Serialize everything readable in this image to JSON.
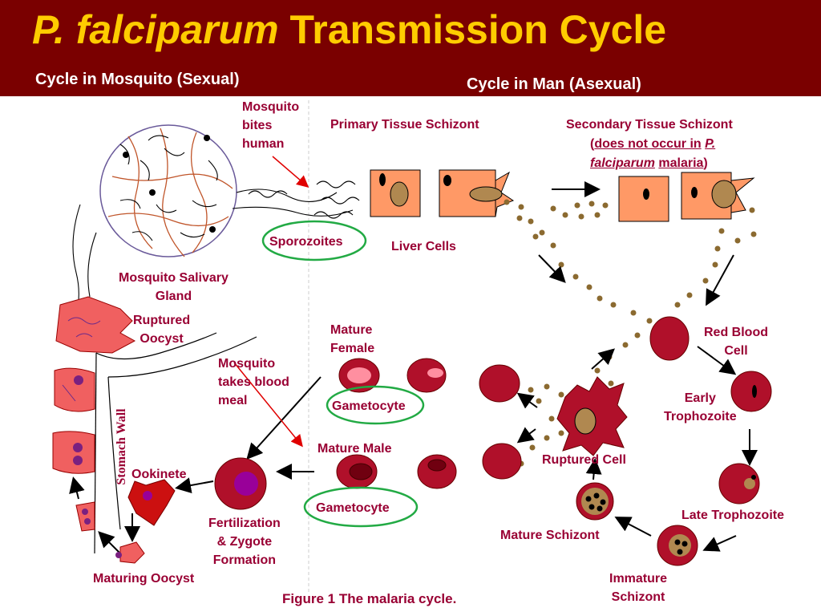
{
  "header": {
    "title_italic": "P. falciparum",
    "title_rest": "Transmission Cycle",
    "subtitle_left": "Cycle in Mosquito (Sexual)",
    "subtitle_right": "Cycle in Man (Asexual)"
  },
  "labels": {
    "mosquito_bites_1": "Mosquito",
    "mosquito_bites_2": "bites",
    "mosquito_bites_3": "human",
    "primary_schizont": "Primary Tissue Schizont",
    "secondary_schizont": "Secondary Tissue Schizont",
    "secondary_note_1": "(",
    "secondary_note_2": "does not occur in",
    "secondary_note_3": "P.",
    "secondary_note_4": "falciparum",
    "secondary_note_5": "malaria",
    "secondary_note_6": ")",
    "sporozoites": "Sporozoites",
    "liver_cells": "Liver Cells",
    "salivary_1": "Mosquito Salivary",
    "salivary_2": "Gland",
    "ruptured_oocyst_1": "Ruptured",
    "ruptured_oocyst_2": "Oocyst",
    "mature_female_1": "Mature",
    "mature_female_2": "Female",
    "blood_meal_1": "Mosquito",
    "blood_meal_2": "takes blood",
    "blood_meal_3": "meal",
    "gametocyte_top": "Gametocyte",
    "mature_male": "Mature Male",
    "gametocyte_bottom": "Gametocyte",
    "stomach_wall": "Stomach Wall",
    "ookinete": "Ookinete",
    "fertilization_1": "Fertilization",
    "fertilization_2": "& Zygote",
    "fertilization_3": "Formation",
    "maturing_oocyst": "Maturing Oocyst",
    "red_blood_cell_1": "Red Blood",
    "red_blood_cell_2": "Cell",
    "early_troph_1": "Early",
    "early_troph_2": "Trophozoite",
    "ruptured_cell": "Ruptured Cell",
    "late_troph": "Late Trophozoite",
    "mature_schizont": "Mature Schizont",
    "immature_schizont_1": "Immature",
    "immature_schizont_2": "Schizont"
  },
  "caption": "Figure 1  The malaria cycle.",
  "colors": {
    "header_bg": "#7a0000",
    "title": "#ffcc00",
    "label": "#990033",
    "rbc": "#b0102a",
    "liver_cell": "#ff9966",
    "oocyst": "#f06060",
    "merozoite": "#8b6a30",
    "highlight_oval": "#22aa44"
  }
}
